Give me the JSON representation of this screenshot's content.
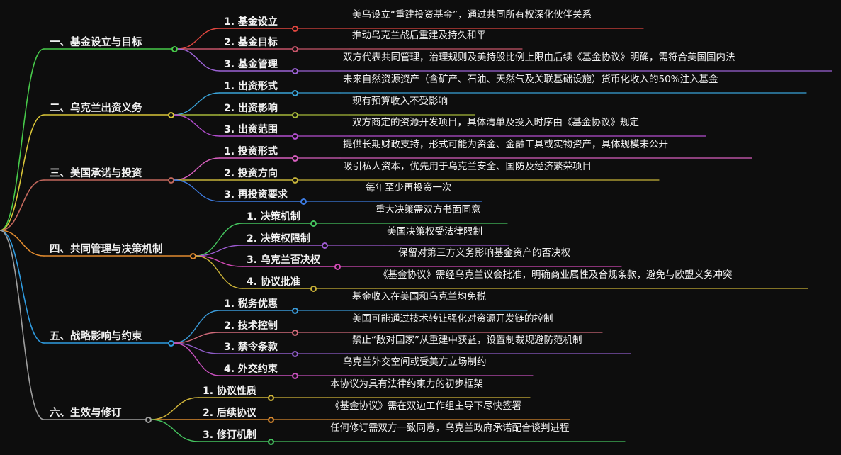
{
  "sections": [
    {
      "label": "一、基金设立与目标",
      "color": "#47c94a",
      "items": [
        {
          "label": "1. 基金设立",
          "color": "#e0463f",
          "desc": "美乌设立“重建投资基金”，通过共同所有权深化伙伴关系"
        },
        {
          "label": "2. 基金目标",
          "color": "#c7556a",
          "desc": "推动乌克兰战后重建及持久和平"
        },
        {
          "label": "3. 基金管理",
          "color": "#9c63d6",
          "desc": "双方代表共同管理，治理规则及美持股比例上限由后续《基金协议》明确，需符合美国国内法"
        }
      ]
    },
    {
      "label": "二、乌克兰出资义务",
      "color": "#d8c438",
      "items": [
        {
          "label": "1. 出资形式",
          "color": "#3aa3d8",
          "desc": "未来自然资源资产（含矿产、石油、天然气及关联基础设施）货币化收入的50%注入基金"
        },
        {
          "label": "2. 出资影响",
          "color": "#a6b83a",
          "desc": "现有预算收入不受影响"
        },
        {
          "label": "3. 出资范围",
          "color": "#b44ed0",
          "desc": "双方商定的资源开发项目，具体清单及投入时序由《基金协议》规定"
        }
      ]
    },
    {
      "label": "三、美国承诺与投资",
      "color": "#c2675c",
      "items": [
        {
          "label": "1. 投资形式",
          "color": "#d85fbf",
          "desc": "提供长期财政支持，形式可能为资金、金融工具或实物资产，具体规模未公开"
        },
        {
          "label": "2. 投资方向",
          "color": "#c7b43a",
          "desc": "吸引私人资本，优先用于乌克兰安全、国防及经济繁荣项目"
        },
        {
          "label": "3. 再投资要求",
          "color": "#3d7be0",
          "desc": "每年至少再投资一次"
        }
      ]
    },
    {
      "label": "四、共同管理与决策机制",
      "color": "#e08a2e",
      "items": [
        {
          "label": "1. 决策机制",
          "color": "#45c45f",
          "desc": "重大决策需双方书面同意"
        },
        {
          "label": "2. 决策权限制",
          "color": "#9c5ad0",
          "desc": "美国决策权受法律限制"
        },
        {
          "label": "3. 乌克兰否决权",
          "color": "#d24ab5",
          "desc": "保留对第三方义务影响基金资产的否决权"
        },
        {
          "label": "4. 协议批准",
          "color": "#c9b137",
          "desc": "《基金协议》需经乌克兰议会批准，明确商业属性及合规条款，避免与欧盟义务冲突"
        }
      ]
    },
    {
      "label": "五、战略影响与约束",
      "color": "#2f9be0",
      "items": [
        {
          "label": "1. 税务优惠",
          "color": "#3a9ad8",
          "desc": "基金收入在美国和乌克兰均免税"
        },
        {
          "label": "2. 技术控制",
          "color": "#d06a7a",
          "desc": "美国可能通过技术转让强化对资源开发链的控制"
        },
        {
          "label": "3. 禁令条款",
          "color": "#8e5cc8",
          "desc": "禁止“敌对国家”从重建中获益，设置制裁规避防范机制"
        },
        {
          "label": "4. 外交约束",
          "color": "#c64fbc",
          "desc": "乌克兰外交空间或受美方立场制约"
        }
      ]
    },
    {
      "label": "六、生效与修订",
      "color": "#9e9e9e",
      "items": [
        {
          "label": "1. 协议性质",
          "color": "#d2b63a",
          "desc": "本协议为具有法律约束力的初步框架"
        },
        {
          "label": "2. 后续协议",
          "color": "#d9892e",
          "desc": "《基金协议》需在双边工作组主导下尽快签署"
        },
        {
          "label": "3. 修订机制",
          "color": "#45c45f",
          "desc": "任何修订需双方一致同意，乌克兰政府承诺配合谈判进程"
        }
      ]
    }
  ]
}
